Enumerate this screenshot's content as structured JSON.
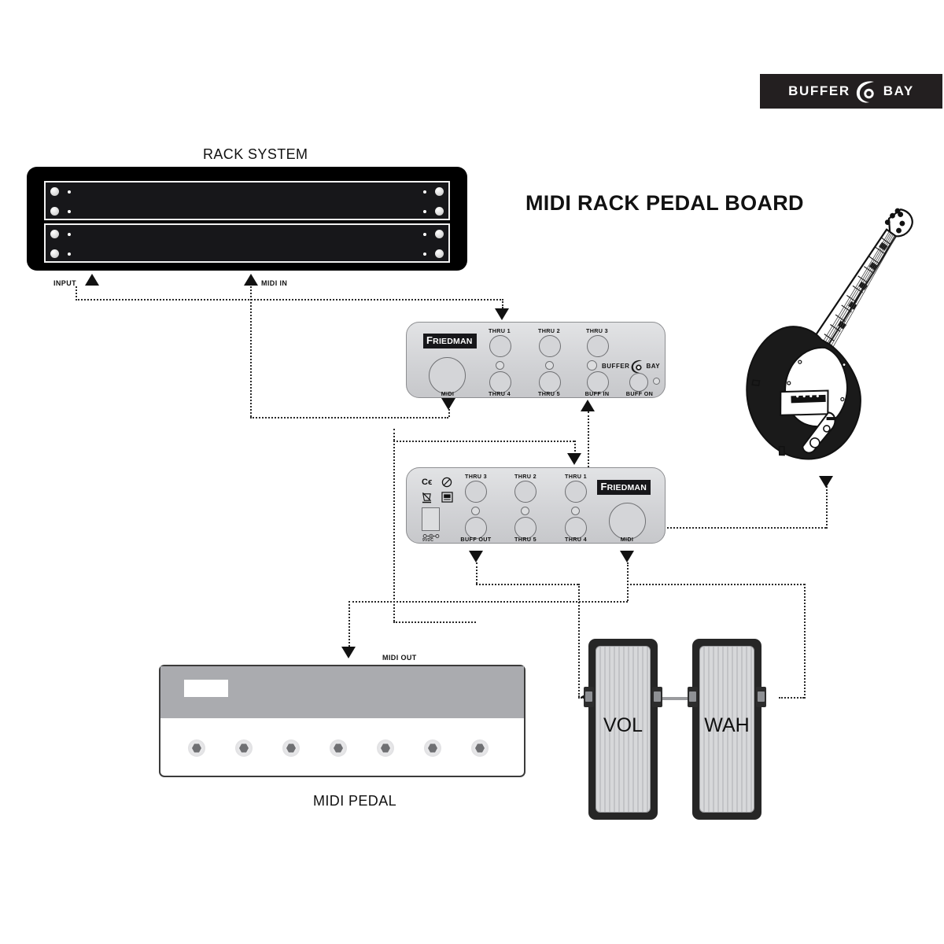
{
  "brand": {
    "word_left": "BUFFER",
    "word_right": "BAY",
    "logo_icon": "buffer-bay-swirl-icon"
  },
  "title": "MIDI RACK PEDAL BOARD",
  "rack": {
    "title": "RACK SYSTEM",
    "ports": [
      {
        "label": "INPUT",
        "direction": "up"
      },
      {
        "label": "MIDI IN",
        "direction": "up"
      }
    ]
  },
  "buffer_unit_top": {
    "brand": "FRIEDMAN",
    "brand_initial": "F",
    "brand_rest": "RIEDMAN",
    "bb_left": "BUFFER",
    "bb_right": "BAY",
    "jacks": {
      "midi": "MIDI",
      "thru1": "THRU 1",
      "thru2": "THRU 2",
      "thru3": "THRU 3",
      "thru4": "THRU 4",
      "thru5": "THRU 5",
      "buff_in": "BUFF IN",
      "buff_on": "BUFF ON"
    }
  },
  "buffer_unit_bottom": {
    "brand": "FRIEDMAN",
    "brand_initial": "F",
    "brand_rest": "RIEDMAN",
    "power_label": "9VDC",
    "cert_ce": "CE",
    "cert_icons": [
      "ce-mark-icon",
      "no-general-waste-icon",
      "weee-bin-icon",
      "read-manual-icon"
    ],
    "jacks": {
      "buff_out": "BUFF OUT",
      "thru5": "THRU 5",
      "thru4": "THRU 4",
      "thru3": "THRU 3",
      "thru2": "THRU 2",
      "thru1": "THRU 1",
      "midi": "MIDI"
    }
  },
  "midi_pedal": {
    "title": "MIDI PEDAL",
    "port_label": "MIDI OUT",
    "footswitch_count": 7
  },
  "expression_pedals": [
    {
      "name": "VOL"
    },
    {
      "name": "WAH"
    }
  ],
  "guitar": {
    "icon": "electric-guitar-icon"
  },
  "colors": {
    "brand_bar": "#231f20",
    "rack_body": "#000000",
    "unit_body": "#d2d3d6",
    "pedal_panel": "#aaabaf",
    "wire": "#2a2a2a"
  }
}
